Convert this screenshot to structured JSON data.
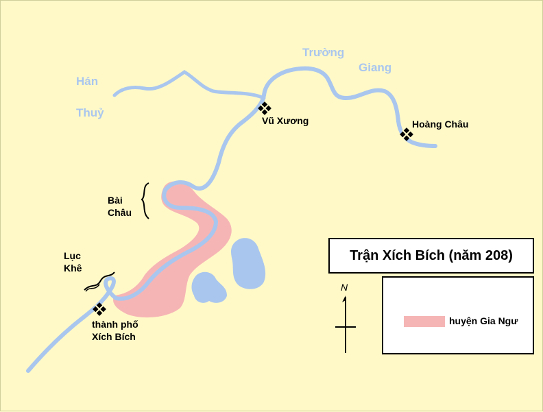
{
  "map": {
    "rivers": {
      "han_line1": "Hán",
      "han_line2": "Thuỷ",
      "truong_line1": "Trường",
      "truong_line2": "Giang"
    },
    "places": {
      "vu_xuong": "Vũ Xương",
      "hoang_chau": "Hoàng Châu",
      "bai_chau_line1": "Bài",
      "bai_chau_line2": "Châu",
      "luc_khe_line1": "Lục",
      "luc_khe_line2": "Khê",
      "xich_bich_line1": "thành phố",
      "xich_bich_line2": "Xích Bích"
    },
    "title": "Trận Xích Bích (năm 208)",
    "compass": "N",
    "legend": {
      "label": "huyện Gia Ngư",
      "color": "#f6b5b5"
    },
    "colors": {
      "background": "#fff9c8",
      "water": "#a9c6ee",
      "region": "#f6b5b5"
    },
    "icons": {
      "battle_site": "battle-marker-icon",
      "compass": "north-arrow-icon",
      "brace": "curly-brace-icon"
    }
  }
}
